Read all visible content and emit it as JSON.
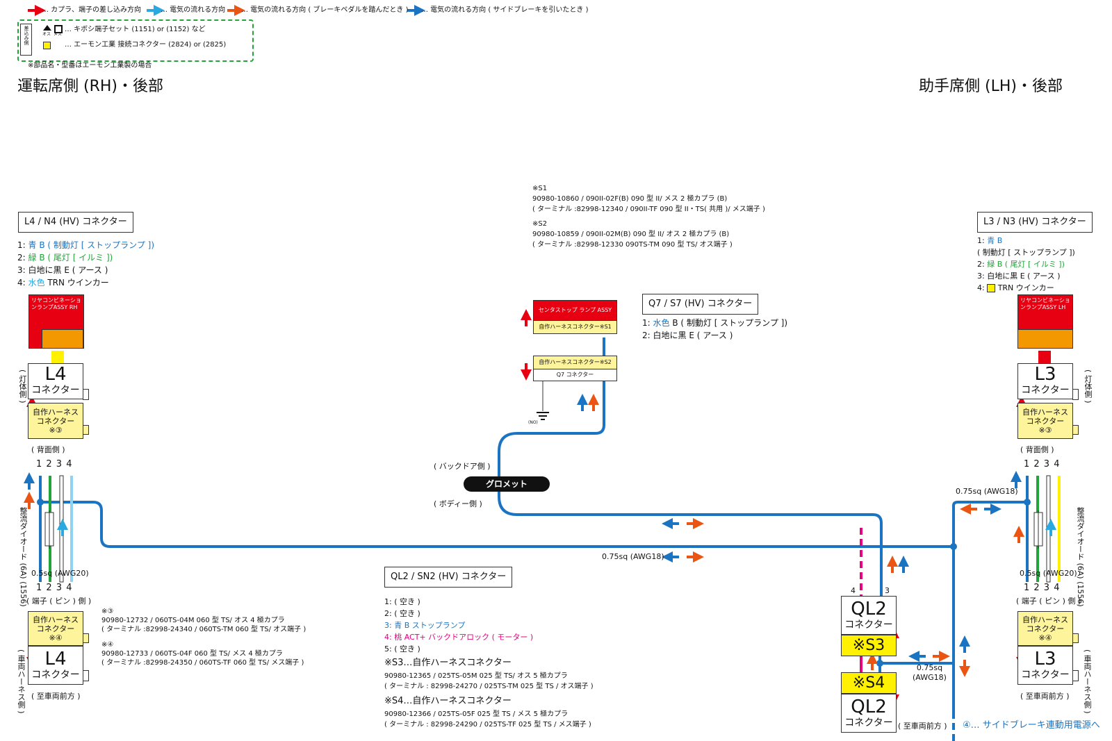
{
  "legend": {
    "items": [
      {
        "color": "#e60012",
        "label": "… カプラ、端子の差し込み方向"
      },
      {
        "color": "#29a9e0",
        "label": "… 電気の流れる方向"
      },
      {
        "color": "#ea5514",
        "label": "… 電気の流れる方向 ( ブレーキペダルを踏んだとき )"
      },
      {
        "color": "#1b74c2",
        "label": "… 電気の流れる方向 ( サイドブレーキを引いたとき )"
      }
    ],
    "box_side_label": "差込み側",
    "row1": "… キボシ端子セット (1151) or (1152) など",
    "male_label": "オス",
    "female_label": "メス",
    "row2": "… エーモン工業 接続コネクター (2824) or (2825)",
    "footnote": "※部品名・型番はエーモン工業製の場合"
  },
  "titles": {
    "left": "運転席側 (RH)・後部",
    "right": "助手席側 (LH)・後部"
  },
  "left": {
    "header": "L4 / N4 (HV) コネクター",
    "pins": [
      {
        "num": "1: ",
        "color_text": "青 B",
        "rest": " ( 制動灯 [ ストップランプ ])"
      },
      {
        "num": "2: ",
        "color_text": "緑 B",
        "rest": " ( 尾灯 [ イルミ ])"
      },
      {
        "num": "3: ",
        "color_text": "白地に黒 E",
        "rest": " ( アース )"
      },
      {
        "num": "4: ",
        "color_text": "水色",
        "rest": " TRN ウインカー"
      }
    ],
    "lamp": "リヤコンビネーションランプASSY RH",
    "top_conn_name": "L4",
    "top_conn_sub": "コネクター",
    "side_lamp": "( 灯体側 )",
    "harness1": [
      "自作ハーネス",
      "コネクター",
      "※③"
    ],
    "back_label": "( 背面側 )",
    "pin_nums": "1 2 3 4",
    "diode_label": "整流ダイオード (6A) (1556)",
    "wire_size": "0.5sq (AWG20)",
    "pin_side": "( 端子 ( ピン ) 側 )",
    "harness2": [
      "自作ハーネス",
      "コネクター",
      "※④"
    ],
    "bottom_conn_name": "L4",
    "bottom_conn_sub": "コネクター",
    "side_vehicle": "( 車両ハーネス側 )",
    "front": "( 至車両前方 )"
  },
  "notes_34": [
    "※③",
    "90980-12732 / 060TS-04M 060 型 TS/ オス 4 極カプラ",
    "( ターミナル :82998-24340 / 060TS-TM 060 型 TS/ オス端子 )",
    "※④",
    "90980-12733 / 060TS-04F 060 型 TS/ メス 4 極カプラ",
    "( ターミナル :82998-24350 / 060TS-TF 060 型 TS/ メス端子 )"
  ],
  "center": {
    "notes_s": [
      "※S1",
      "90980-10860 / 090II-02F(B) 090 型 II/ メス 2 極カプラ (B)",
      "( ターミナル :82998-12340 / 090II-TF 090 型 II・TS( 共用 )/ メス端子 )",
      "※S2",
      "90980-10859 / 090II-02M(B) 090 型 II/ オス 2 極カプラ (B)",
      "( ターミナル :82998-12330  090TS-TM 090 型 TS/ オス端子 )"
    ],
    "stop_lamp": "センタストップ ランプ ASSY",
    "s1": "自作ハーネスコネクター※S1",
    "s2": "自作ハーネスコネクター※S2",
    "q7": "Q7 コネクター",
    "ground": "(NO)",
    "q7_header": "Q7 / S7 (HV) コネクター",
    "q7_pins": [
      {
        "num": "1: ",
        "color_text": "水色",
        "rest": " B ( 制動灯 [ ストップランプ ])"
      },
      {
        "num": "2: ",
        "color_text": "",
        "rest": "白地に黒 E ( アース )"
      }
    ],
    "backdoor": "( バックドア側 )",
    "grommet": "グロメット",
    "body": "( ボディー側 )",
    "wire_main": "0.75sq (AWG18)"
  },
  "ql2": {
    "header": "QL2 / SN2 (HV) コネクター",
    "pins": [
      {
        "cls": "",
        "text": "1: ( 空き )"
      },
      {
        "cls": "",
        "text": "2: ( 空き )"
      },
      {
        "cls": "blue",
        "text": "3: 青 B ストップランプ"
      },
      {
        "cls": "pink",
        "text": "4: 桃 ACT+ バックドアロック ( モーター )"
      },
      {
        "cls": "",
        "text": "5: ( 空き )"
      }
    ],
    "s3_title": "※S3…自作ハーネスコネクター",
    "s3_lines": [
      "90980-12365 / 025TS-05M 025 型 TS/ オス 5 極カプラ",
      "( ターミナル : 82998-24270 / 025TS-TM 025 型 TS  / オス端子 )"
    ],
    "s4_title": "※S4…自作ハーネスコネクター",
    "s4_lines": [
      "90980-12366 / 025TS-05F 025 型 TS / メス 5 極カプラ",
      "( ターミナル : 82998-24290 / 025TS-TF 025 型 TS / メス端子 )"
    ],
    "conn_name": "QL2",
    "conn_sub": "コネクター",
    "s3": "※S3",
    "s4": "※S4",
    "pin4": "4",
    "pin3": "3",
    "front": "( 至車両前方 )",
    "wire": [
      "0.75sq",
      "(AWG18)"
    ],
    "side_brake": "④… サイドブレーキ連動用電源へ"
  },
  "right": {
    "header": "L3 / N3 (HV) コネクター",
    "pins": [
      {
        "cls": "",
        "text_a": "1: ",
        "color_text": "青 B",
        "cc": "blue",
        "rest": ""
      },
      {
        "cls": "",
        "text_a": "",
        "color_text": "",
        "cc": "",
        "rest": "( 制動灯 [ ストップランプ ])"
      },
      {
        "cls": "",
        "text_a": "2: ",
        "color_text": "緑 B ( 尾灯 [ イルミ ])",
        "cc": "green",
        "rest": ""
      },
      {
        "cls": "",
        "text_a": "3: ",
        "color_text": "",
        "cc": "",
        "rest": "白地に黒 E ( アース )"
      }
    ],
    "pin4_pre": "4: ",
    "pin4_rest": " TRN ウインカー",
    "lamp": "リヤコンビネーションランプASSY LH",
    "top_conn_name": "L3",
    "top_conn_sub": "コネクター",
    "side_lamp": "( 灯体側 )",
    "harness1": [
      "自作ハーネス",
      "コネクター",
      "※③"
    ],
    "back_label": "( 背面側 )",
    "pin_nums": "1 2 3 4",
    "wire_top": "0.75sq (AWG18)",
    "diode_label": "整流ダイオード (6A) (1556)",
    "wire_size": "0.5sq (AWG20)",
    "pin_side": "( 端子 ( ピン ) 側 )",
    "harness2": [
      "自作ハーネス",
      "コネクター",
      "※④"
    ],
    "bottom_conn_name": "L3",
    "bottom_conn_sub": "コネクター",
    "side_vehicle": "( 車両ハーネス側 )",
    "front": "( 至車両前方 )"
  }
}
